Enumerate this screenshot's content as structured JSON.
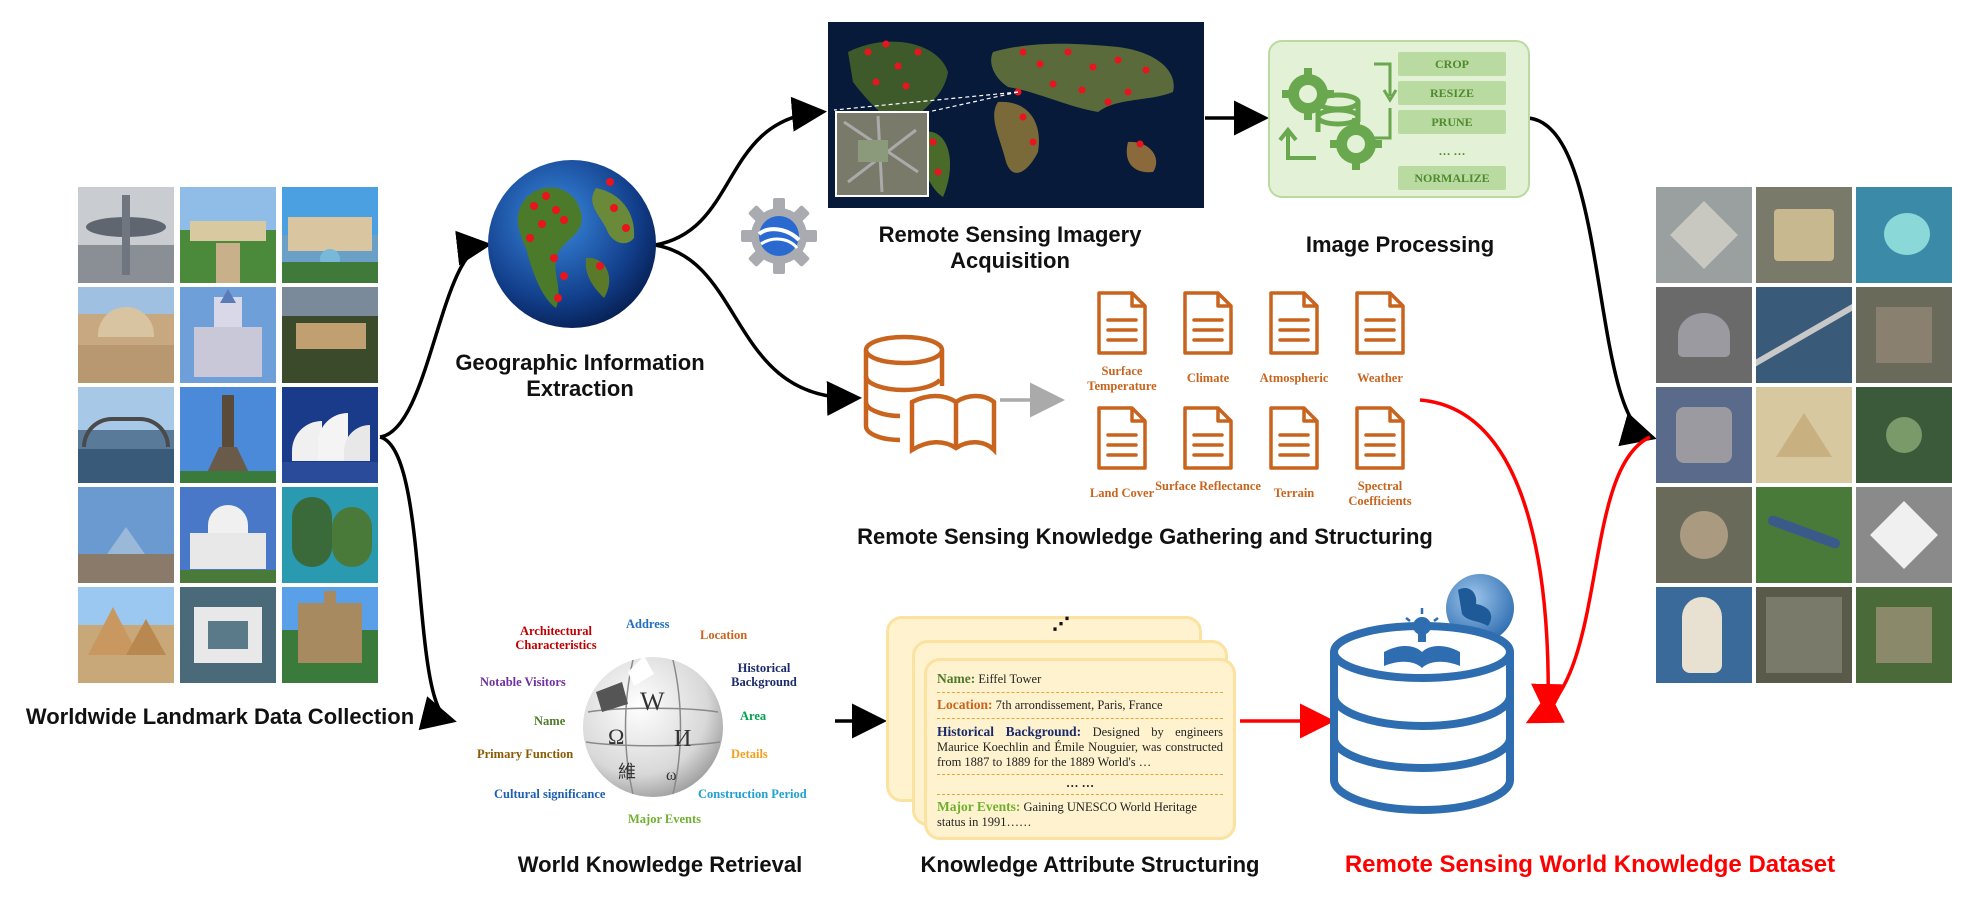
{
  "stages": {
    "landmark": "Worldwide Landmark Data Collection",
    "geo": "Geographic Information Extraction",
    "imagery": "Remote Sensing Imagery Acquisition",
    "processing": "Image Processing",
    "gathering": "Remote Sensing Knowledge Gathering and Structuring",
    "retrieval": "World Knowledge Retrieval",
    "structuring": "Knowledge Attribute Structuring",
    "dataset": "Remote Sensing World Knowledge Dataset"
  },
  "processing_steps": [
    "CROP",
    "RESIZE",
    "PRUNE",
    "… …",
    "NORMALIZE"
  ],
  "knowledge_docs": [
    "Surface Temperature",
    "Climate",
    "Atmospheric",
    "Weather",
    "Land Cover",
    "Surface Reflectance",
    "Terrain",
    "Spectral Coefficients"
  ],
  "wiki_attributes": [
    {
      "text": "Architectural Characteristics",
      "color": "#c00000"
    },
    {
      "text": "Address",
      "color": "#1f6fc0"
    },
    {
      "text": "Location",
      "color": "#c8641e"
    },
    {
      "text": "Historical Background",
      "color": "#1a2a6c"
    },
    {
      "text": "Notable Visitors",
      "color": "#7030a0"
    },
    {
      "text": "Area",
      "color": "#00a050"
    },
    {
      "text": "Name",
      "color": "#4f7a2a"
    },
    {
      "text": "Details",
      "color": "#f0a020"
    },
    {
      "text": "Primary Function",
      "color": "#8a5a00"
    },
    {
      "text": "Cultural significance",
      "color": "#1f5fb0"
    },
    {
      "text": "Construction Period",
      "color": "#1fa0d0"
    },
    {
      "text": "Major Events",
      "color": "#70b030"
    }
  ],
  "wiki_glyphs": [
    "W",
    "Ω",
    "И",
    "維",
    "ω"
  ],
  "knowledge_card": {
    "dots_top": "⋰",
    "name_key": "Name:",
    "name_val": "Eiffel Tower",
    "location_key": "Location:",
    "location_val": "7th arrondissement, Paris, France",
    "history_key": "Historical Background:",
    "history_val": "Designed by engineers Maurice Koechlin and Émile Nouguier, was constructed from 1887 to 1889 for the 1889 World's …",
    "ellipsis": "… …",
    "events_key": "Major Events:",
    "events_val": "Gaining UNESCO World Heritage status in 1991……"
  },
  "colors": {
    "name": "#4f7a2a",
    "location": "#c8641e",
    "history": "#1a2a6c",
    "events": "#70b030",
    "dataset_title": "#ff0000",
    "doc_orange": "#c8641e",
    "db_blue": "#2e6db0",
    "process_green": "#6aa84f"
  }
}
